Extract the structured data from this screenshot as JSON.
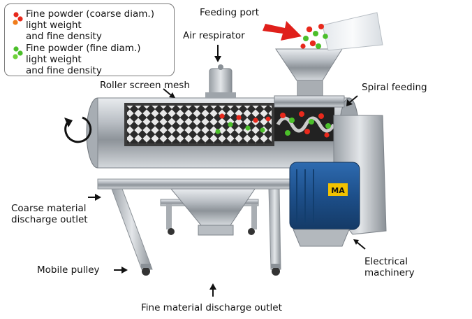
{
  "legend": {
    "coarse": {
      "lines": [
        "Fine powder (coarse diam.)",
        "light weight",
        "and fine density"
      ],
      "dot_colors": [
        "#e8291c",
        "#e8291c",
        "#f07c1a"
      ]
    },
    "fine": {
      "lines": [
        "Fine powder (fine diam.)",
        "light weight",
        "and fine density"
      ],
      "dot_colors": [
        "#4bbf2a",
        "#4bbf2a",
        "#6fd13a"
      ]
    }
  },
  "labels": {
    "feeding_port": "Feeding port",
    "air_respirator": "Air respirator",
    "roller_screen_mesh": "Roller screen mesh",
    "spiral_feeding": "Spiral feeding",
    "coarse_outlet": [
      "Coarse material",
      "discharge outlet"
    ],
    "electrical_machinery": [
      "Electrical",
      "machinery"
    ],
    "mobile_pulley": "Mobile pulley",
    "fine_outlet": "Fine material discharge outlet"
  },
  "motor_badge": "MA",
  "colors": {
    "coarse_particle": "#e8291c",
    "fine_particle": "#4bbf2a",
    "motor_blue": "#1d4f8a",
    "arrow_red": "#e0201b"
  }
}
